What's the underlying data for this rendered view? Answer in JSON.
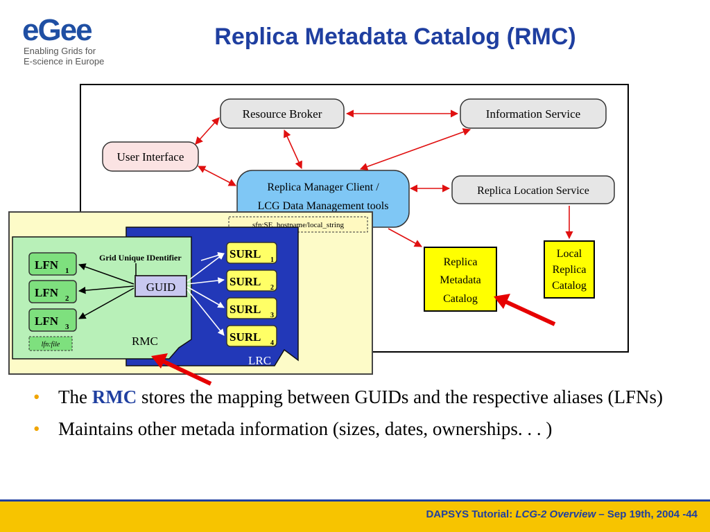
{
  "logo": {
    "mark": "eGee",
    "line1": "Enabling Grids for",
    "line2": "E-science in Europe"
  },
  "title": "Replica Metadata Catalog (RMC)",
  "diagram": {
    "resource_broker": "Resource Broker",
    "information_service": "Information Service",
    "user_interface": "User Interface",
    "replica_manager_line1": "Replica Manager Client /",
    "replica_manager_line2": "LCG Data Management tools",
    "replica_location_service": "Replica Location Service",
    "rmc_line1": "Replica",
    "rmc_line2": "Metadata",
    "rmc_line3": "Catalog",
    "lrc_line1": "Local",
    "lrc_line2": "Replica",
    "lrc_line3": "Catalog",
    "sfn_label": "sfn:SE_hostname/local_string",
    "guid_title": "Grid Unique IDentifier",
    "guid": "GUID",
    "lfn": "LFN",
    "lfn_subs": [
      "1",
      "2",
      "3"
    ],
    "lfn_file": "lfn:file",
    "rmc": "RMC",
    "surl": "SURL",
    "surl_subs": [
      "1",
      "2",
      "3",
      "4"
    ],
    "lrc": "LRC"
  },
  "bullets": {
    "b1_prefix": "The ",
    "b1_highlight": "RMC",
    "b1_rest": " stores the mapping between GUIDs and the respective aliases (LFNs)",
    "b2": "Maintains other metada information (sizes, dates, ownerships. . . )",
    "marker": "•"
  },
  "footer": {
    "prefix": "DAPSYS Tutorial:  ",
    "italic": "LCG-2 Overview",
    "suffix": " – Sep 19th, 2004  -44"
  },
  "colors": {
    "title_blue": "#1f3fa0",
    "accent_yellow": "#f7c400",
    "arrow_red": "#e60000"
  }
}
